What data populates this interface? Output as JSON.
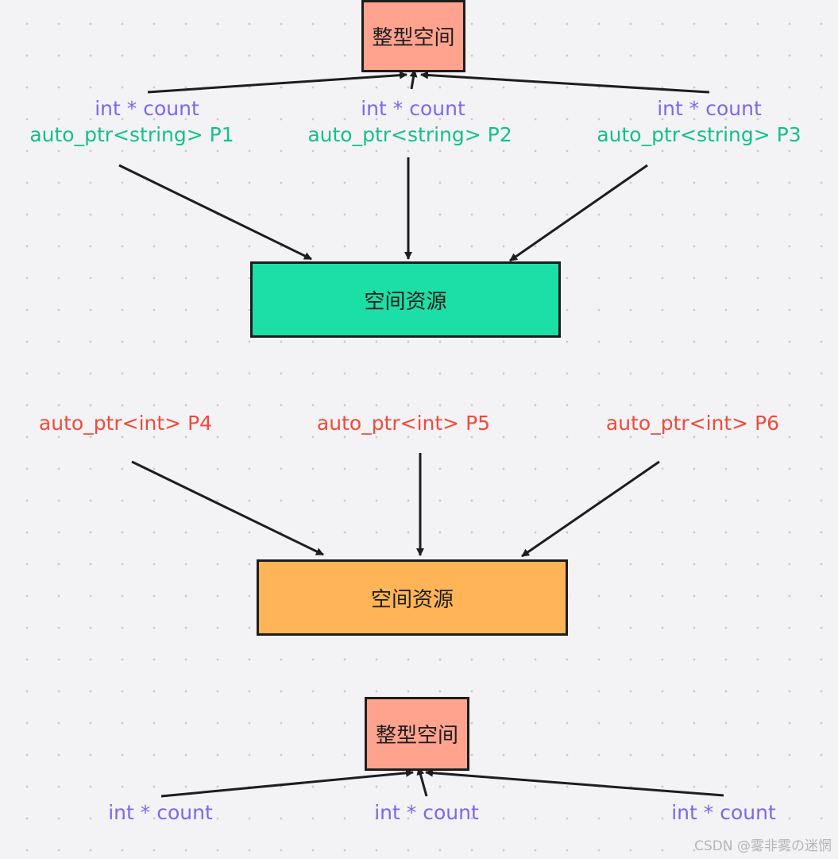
{
  "nodes": {
    "int_space_top": "整型空间",
    "resource_green": "空间资源",
    "resource_orange": "空间资源",
    "int_space_bottom": "整型空间"
  },
  "labels": {
    "count_1": "int * count",
    "count_2": "int * count",
    "count_3": "int * count",
    "p1": "auto_ptr<string> P1",
    "p2": "auto_ptr<string> P2",
    "p3": "auto_ptr<string> P3",
    "p4": "auto_ptr<int> P4",
    "p5": "auto_ptr<int> P5",
    "p6": "auto_ptr<int> P6",
    "count_4": "int * count",
    "count_5": "int * count",
    "count_6": "int * count"
  },
  "colors": {
    "int_box": "#ffa28e",
    "resource_green": "#1bdfa6",
    "resource_orange": "#ffb457",
    "count_text": "#7b68ee",
    "string_ptr_text": "#14c08d",
    "int_ptr_text": "#f2493a"
  },
  "watermark": "CSDN @雾非雾の迷惘"
}
